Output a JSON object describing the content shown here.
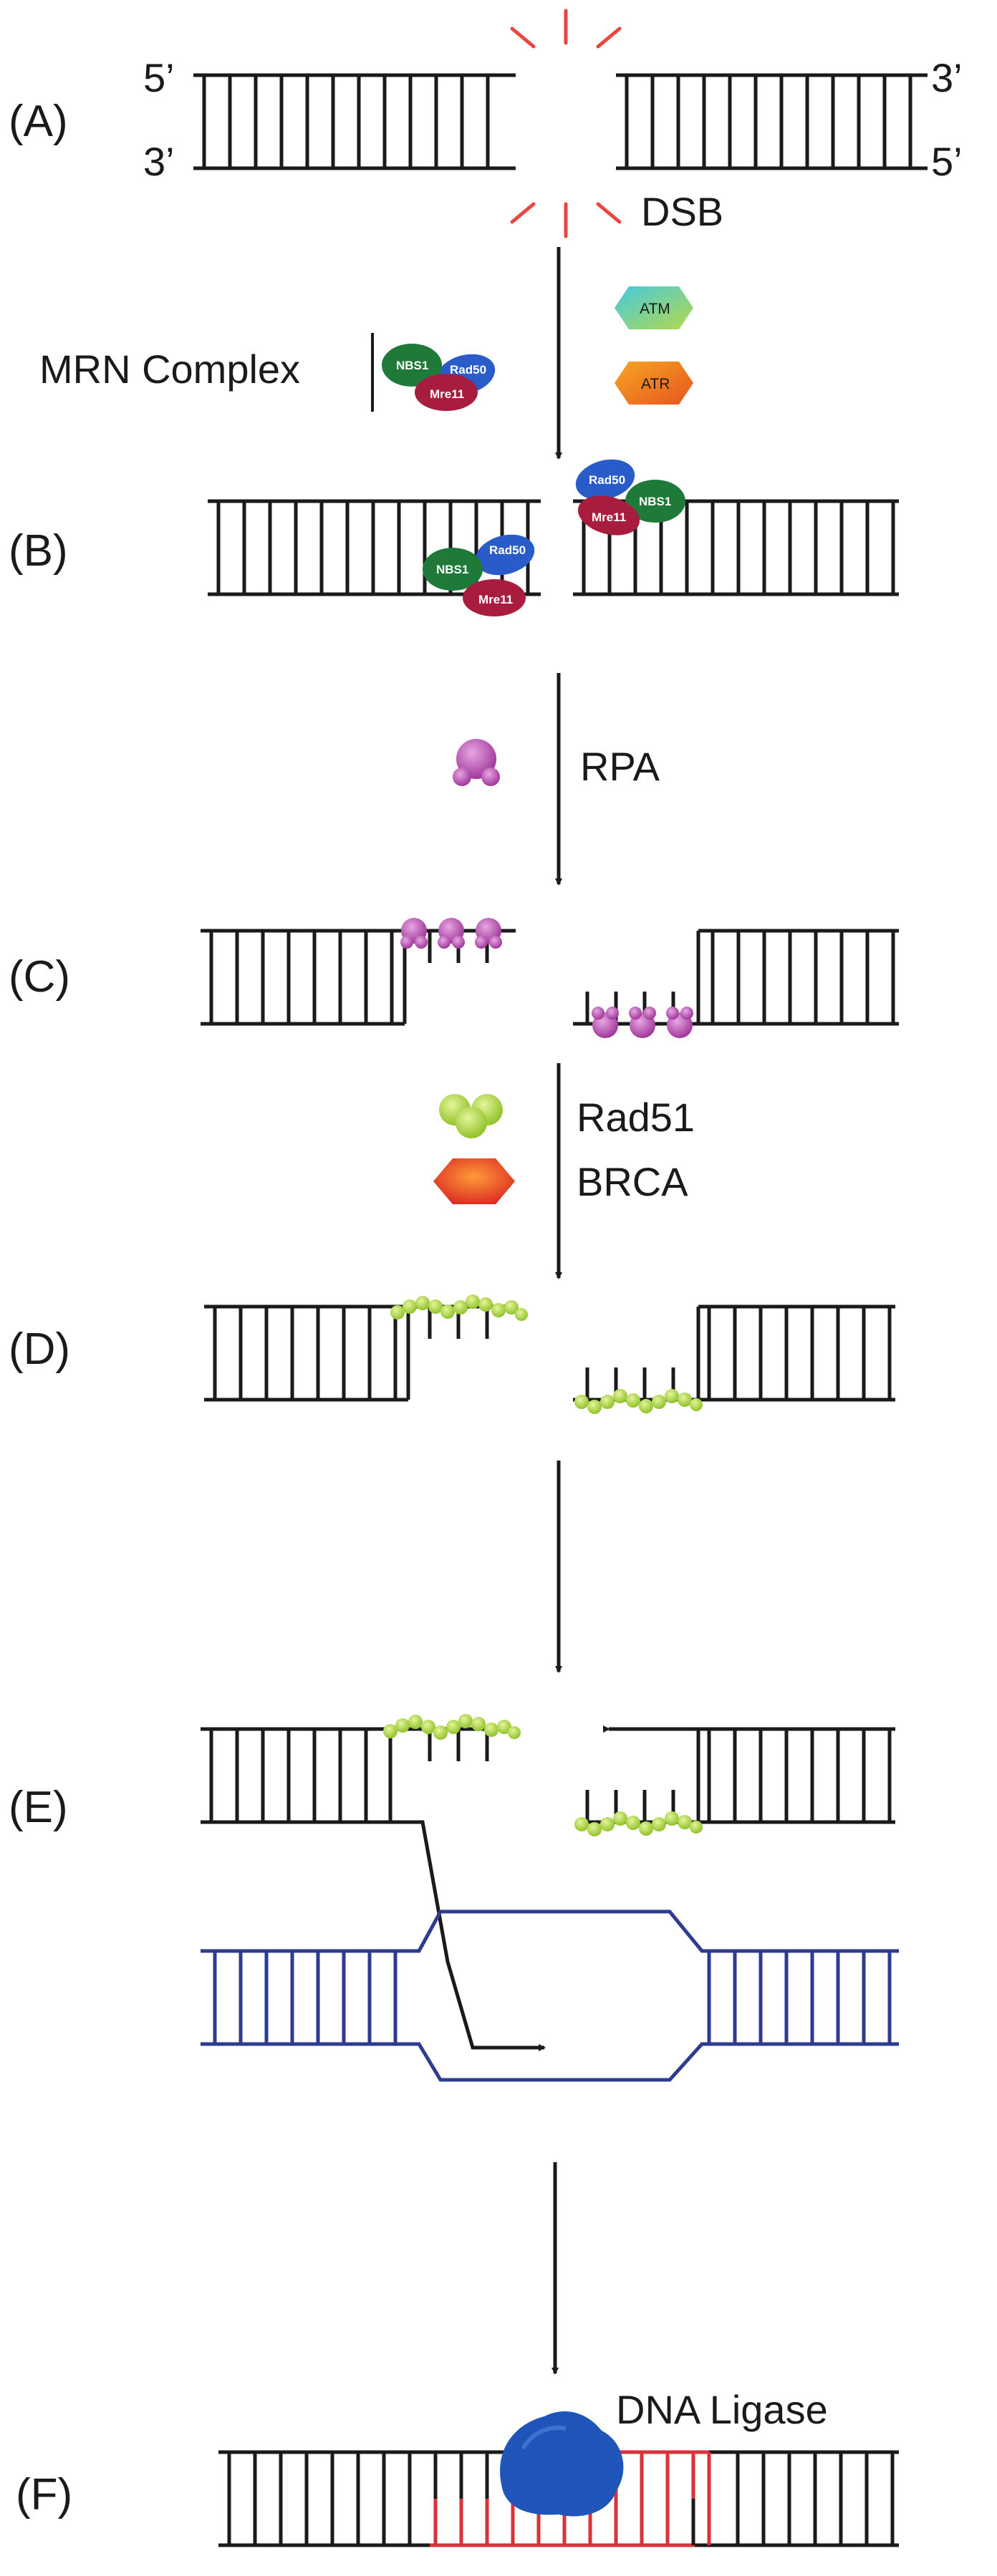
{
  "steps": {
    "a": "(A)",
    "b": "(B)",
    "c": "(C)",
    "d": "(D)",
    "e": "(E)",
    "f": "(F)"
  },
  "ends": {
    "five_prime_left": "5’",
    "three_prime_left": "3’",
    "three_prime_right": "3’",
    "five_prime_right": "5’"
  },
  "labels": {
    "dsb": "DSB",
    "mrn_complex": "MRN Complex",
    "rpa": "RPA",
    "rad51": "Rad51",
    "brca": "BRCA",
    "dna_ligase": "DNA Ligase"
  },
  "proteins": {
    "nbs1": "NBS1",
    "rad50": "Rad50",
    "mre11": "Mre11",
    "atm": "ATM",
    "atr": "ATR"
  },
  "colors": {
    "dna": "#1a1a1a",
    "homolog_dna": "#2e3c8f",
    "new_synthesis": "#d8333a",
    "dsb_burst": "#e8463f",
    "nbs1": "#1f7a3a",
    "rad50": "#2a5cc9",
    "mre11": "#a81c3e",
    "atm": "#2fb8c4",
    "atr": "#f07a1e",
    "rpa": "#b53fae",
    "rad51": "#a8d63a",
    "brca": "#e03a1e",
    "ligase": "#1f55b8"
  }
}
